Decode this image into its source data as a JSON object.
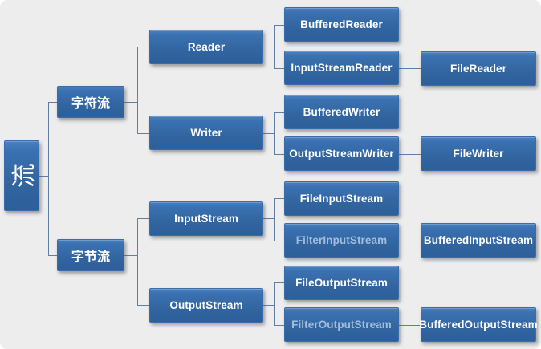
{
  "colors": {
    "background": "#ededee",
    "box_gradient_top": "#4a80bf",
    "box_gradient_bottom": "#2c5f9b",
    "box_border": "#3a6ca9",
    "text": "#ffffff",
    "muted_text": "#a3bddc",
    "connector": "#5f7ea1"
  },
  "nodes": {
    "root": {
      "label": "流"
    },
    "char_stream": {
      "label": "字符流"
    },
    "byte_stream": {
      "label": "字节流"
    },
    "reader": {
      "label": "Reader"
    },
    "writer": {
      "label": "Writer"
    },
    "input_stream": {
      "label": "InputStream"
    },
    "output_stream": {
      "label": "OutputStream"
    },
    "buffered_reader": {
      "label": "BufferedReader"
    },
    "input_stream_reader": {
      "label": "InputStreamReader"
    },
    "file_reader": {
      "label": "FileReader"
    },
    "buffered_writer": {
      "label": "BufferedWriter"
    },
    "output_stream_writer": {
      "label": "OutputStreamWriter"
    },
    "file_writer": {
      "label": "FileWriter"
    },
    "file_input_stream": {
      "label": "FileInputStream"
    },
    "filter_input_stream": {
      "label": "FilterInputStream",
      "muted": true
    },
    "buffered_input_stream": {
      "label": "BufferedInputStream"
    },
    "file_output_stream": {
      "label": "FileOutputStream"
    },
    "filter_output_stream": {
      "label": "FilterOutputStream",
      "muted": true
    },
    "buffered_output_stream": {
      "label": "BufferedOutputStream"
    }
  }
}
